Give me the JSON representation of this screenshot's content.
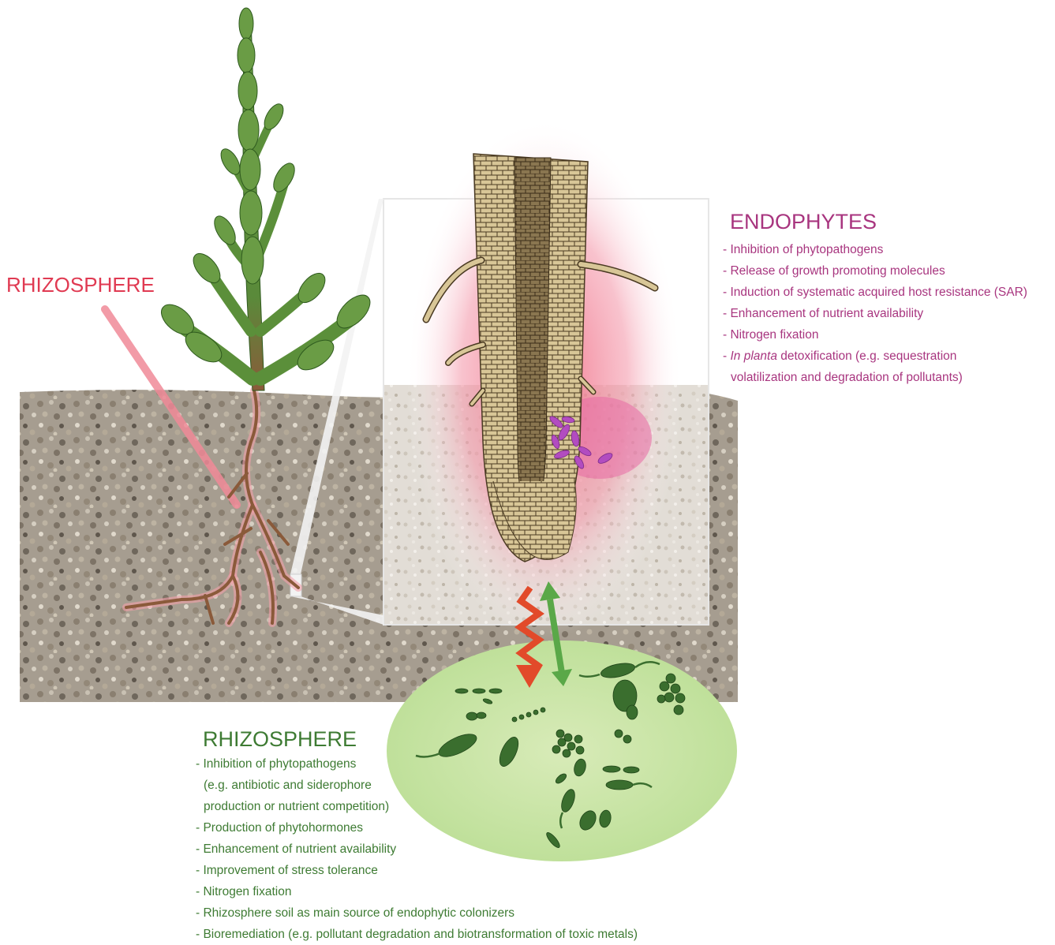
{
  "labels": {
    "rhizosphere_plant": "RHIZOSPHERE",
    "endophytes_title": "ENDOPHYTES",
    "rhizosphere_title": "RHIZOSPHERE"
  },
  "endophytes": {
    "items": [
      "- Inhibition of phytopathogens",
      "- Release of growth promoting molecules",
      "- Induction of systematic acquired host resistance (SAR)",
      "- Enhancement of nutrient availability",
      "- Nitrogen fixation"
    ],
    "last_prefix": "- ",
    "last_italic": "In planta",
    "last_rest": " detoxification (e.g. sequestration",
    "last_cont": "volatilization and degradation of pollutants)"
  },
  "rhizosphere": {
    "item1": "- Inhibition of phytopathogens",
    "item1_cont1": "(e.g. antibiotic and siderophore",
    "item1_cont2": "production or nutrient competition)",
    "item2": "- Production of phytohormones",
    "item3": "- Enhancement of nutrient availability",
    "item4": "- Improvement of stress tolerance",
    "item5": "- Nitrogen fixation",
    "item6": "- Rhizosphere soil as main source of endophytic colonizers",
    "item7": "- Bioremediation (e.g. pollutant degradation and biotransformation of toxic metals)"
  },
  "colors": {
    "rhizosphere_label": "#e03a52",
    "endophytes": "#a8357f",
    "rhizosphere_text": "#3e7b33",
    "soil": "#a79e90",
    "plant_green": "#5b8f3a",
    "root_brown": "#8a5a3a",
    "bacteria_green": "#3a6e2e",
    "endophyte_purple": "#b24cc0",
    "arrow_red": "#e24a2a",
    "arrow_green": "#5aa848"
  }
}
